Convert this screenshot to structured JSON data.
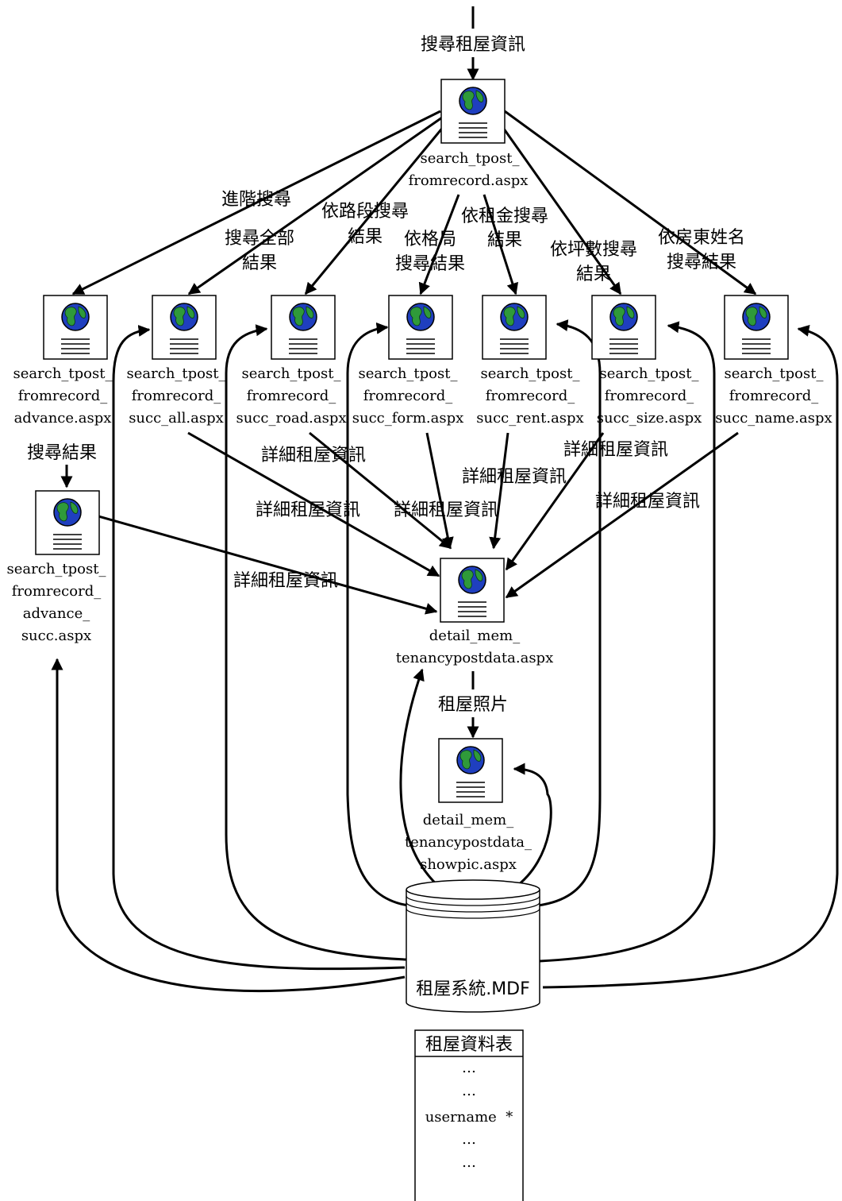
{
  "entry_label": "搜尋租屋資訊",
  "pages": [
    {
      "id": "main",
      "lines": [
        "search_tpost_",
        "fromrecord.aspx"
      ]
    },
    {
      "id": "advance",
      "lines": [
        "search_tpost_",
        "fromrecord_",
        "advance.aspx"
      ]
    },
    {
      "id": "succ_all",
      "lines": [
        "search_tpost_",
        "fromrecord_",
        "succ_all.aspx"
      ]
    },
    {
      "id": "succ_road",
      "lines": [
        "search_tpost_",
        "fromrecord_",
        "succ_road.aspx"
      ]
    },
    {
      "id": "succ_form",
      "lines": [
        "search_tpost_",
        "fromrecord_",
        "succ_form.aspx"
      ]
    },
    {
      "id": "succ_rent",
      "lines": [
        "search_tpost_",
        "fromrecord_",
        "succ_rent.aspx"
      ]
    },
    {
      "id": "succ_size",
      "lines": [
        "search_tpost_",
        "fromrecord_",
        "succ_size.aspx"
      ]
    },
    {
      "id": "succ_name",
      "lines": [
        "search_tpost_",
        "fromrecord_",
        "succ_name.aspx"
      ]
    },
    {
      "id": "advance_succ",
      "lines": [
        "search_tpost_",
        "fromrecord_",
        "advance_",
        "succ.aspx"
      ]
    },
    {
      "id": "detail",
      "lines": [
        "detail_mem_",
        "tenancypostdata.aspx"
      ]
    },
    {
      "id": "showpic",
      "lines": [
        "detail_mem_",
        "tenancypostdata_",
        "showpic.aspx"
      ]
    }
  ],
  "edge_labels": {
    "advanced_search": [
      "進階搜尋"
    ],
    "search_all": [
      "搜尋全部",
      "結果"
    ],
    "by_road": [
      "依路段搜尋",
      "結果"
    ],
    "by_layout": [
      "依格局",
      "搜尋結果"
    ],
    "by_rent": [
      "依租金搜尋",
      "結果"
    ],
    "by_size": [
      "依坪數搜尋",
      "結果"
    ],
    "by_landlord": [
      "依房東姓名",
      "搜尋結果"
    ],
    "search_result": [
      "搜尋結果"
    ],
    "detail_1": [
      "詳細租屋資訊"
    ],
    "detail_2": [
      "詳細租屋資訊"
    ],
    "detail_3": [
      "詳細租屋資訊"
    ],
    "detail_4": [
      "詳細租屋資訊"
    ],
    "detail_5": [
      "詳細租屋資訊"
    ],
    "detail_6": [
      "詳細租屋資訊"
    ],
    "detail_7": [
      "詳細租屋資訊"
    ],
    "photo": [
      "租屋照片"
    ]
  },
  "database": {
    "label": "租屋系統.MDF"
  },
  "table": {
    "title": "租屋資料表",
    "rows": [
      "…",
      "…",
      "username  *",
      "…",
      "…"
    ]
  }
}
